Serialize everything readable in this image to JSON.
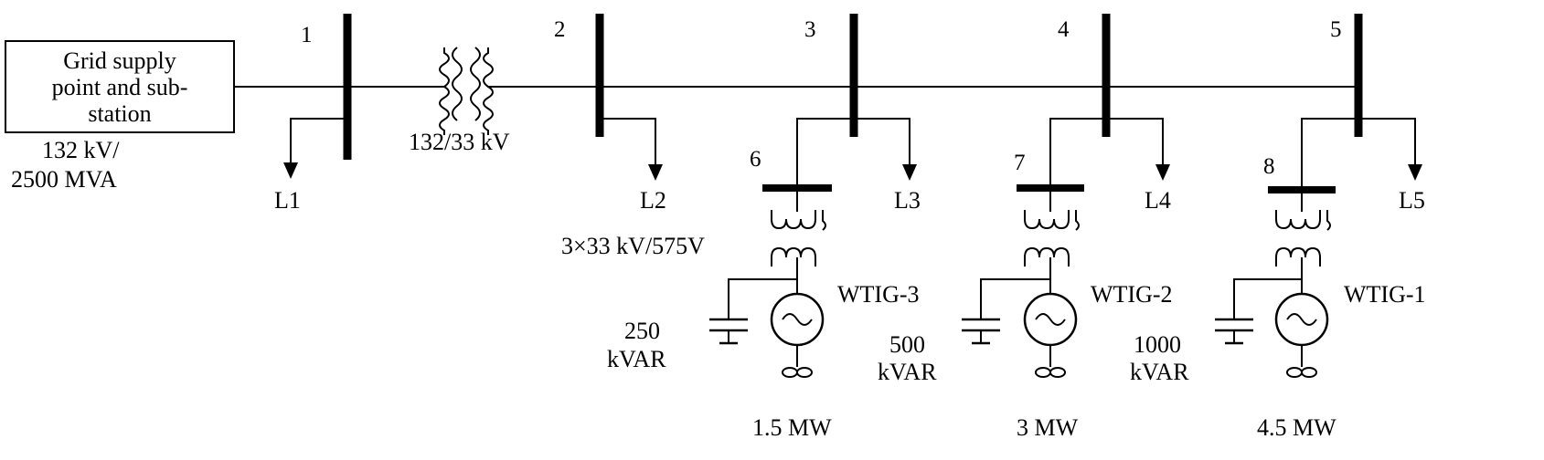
{
  "grid": {
    "box_line1": "Grid supply",
    "box_line2": "point and sub-",
    "box_line3": "station",
    "rating_line1": "132 kV/",
    "rating_line2": "2500 MVA"
  },
  "main_transformer": {
    "label": "132/33 kV"
  },
  "buses": [
    "1",
    "2",
    "3",
    "4",
    "5",
    "6",
    "7",
    "8"
  ],
  "loads": [
    "L1",
    "L2",
    "L3",
    "L4",
    "L5"
  ],
  "wtg_transformer": {
    "label": "3×33 kV/575V"
  },
  "generators": [
    {
      "name": "WTIG-3",
      "power": "1.5 MW",
      "cap_line1": "250",
      "cap_line2": "kVAR"
    },
    {
      "name": "WTIG-2",
      "power": "3 MW",
      "cap_line1": "500",
      "cap_line2": "kVAR"
    },
    {
      "name": "WTIG-1",
      "power": "4.5 MW",
      "cap_line1": "1000",
      "cap_line2": "kVAR"
    }
  ]
}
